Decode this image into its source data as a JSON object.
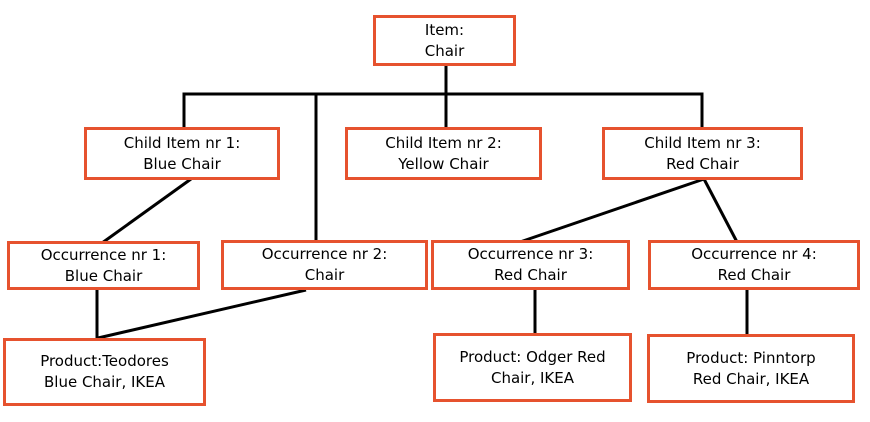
{
  "diagram": {
    "type": "tree",
    "colors": {
      "box_border": "#e6522e",
      "connector_line": "#000000",
      "text": "#000000",
      "background": "#ffffff"
    },
    "nodes": {
      "item": {
        "l1": "Item:",
        "l2": "Chair"
      },
      "child1": {
        "l1": "Child Item nr 1:",
        "l2": "Blue Chair"
      },
      "child2": {
        "l1": "Child Item nr 2:",
        "l2": "Yellow Chair"
      },
      "child3": {
        "l1": "Child Item nr 3:",
        "l2": "Red Chair"
      },
      "occ1": {
        "l1": "Occurrence nr 1:",
        "l2": "Blue Chair"
      },
      "occ2": {
        "l1": "Occurrence nr 2:",
        "l2": "Chair"
      },
      "occ3": {
        "l1": "Occurrence nr 3:",
        "l2": "Red Chair"
      },
      "occ4": {
        "l1": "Occurrence nr 4:",
        "l2": "Red Chair"
      },
      "prod1": {
        "l1": "Product:Teodores",
        "l2": "Blue Chair, IKEA"
      },
      "prod2": {
        "l1": "Product: Odger Red",
        "l2": "Chair, IKEA"
      },
      "prod3": {
        "l1": "Product: Pinntorp",
        "l2": "Red Chair, IKEA"
      }
    },
    "edges": [
      {
        "from": "item",
        "to": "child1"
      },
      {
        "from": "item",
        "to": "child2"
      },
      {
        "from": "item",
        "to": "child3"
      },
      {
        "from": "item",
        "to": "occ2"
      },
      {
        "from": "child1",
        "to": "occ1"
      },
      {
        "from": "child3",
        "to": "occ3"
      },
      {
        "from": "child3",
        "to": "occ4"
      },
      {
        "from": "occ1",
        "to": "prod1"
      },
      {
        "from": "occ2",
        "to": "prod1"
      },
      {
        "from": "occ3",
        "to": "prod2"
      },
      {
        "from": "occ4",
        "to": "prod3"
      }
    ]
  }
}
